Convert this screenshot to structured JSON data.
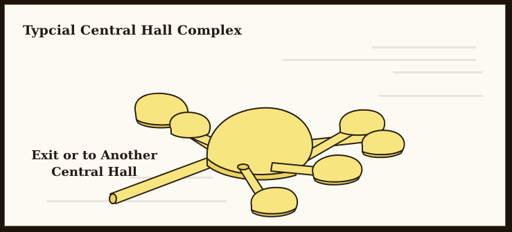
{
  "title": "Typcial Central Hall Complex",
  "exit_label": {
    "line1": "Exit or to Another",
    "line2": "Central Hall"
  },
  "colors": {
    "hall_fill": "#f7e57f",
    "outline": "#2b2117",
    "background": "#fbfaf3",
    "frame": "#1c140c"
  },
  "icons": {
    "central_hall": "large-dome",
    "small_chamber": "small-dome",
    "corridor": "tube"
  }
}
